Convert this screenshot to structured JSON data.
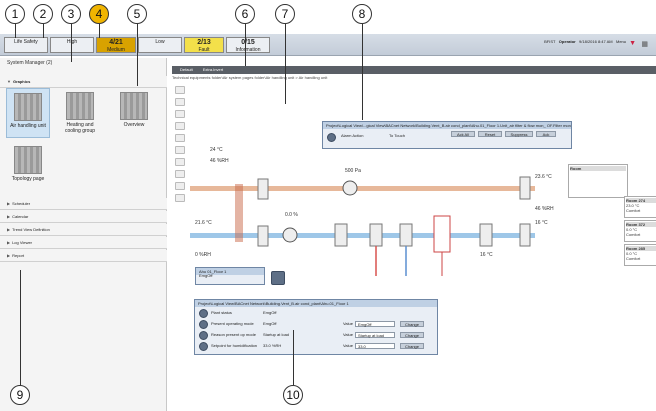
{
  "callouts": [
    "1",
    "2",
    "3",
    "4",
    "5",
    "6",
    "7",
    "8",
    "9",
    "10"
  ],
  "alarms": [
    {
      "count": "",
      "label": "Life Safety"
    },
    {
      "count": "",
      "label": "High"
    },
    {
      "count": "4/21",
      "label": "Medium"
    },
    {
      "count": "",
      "label": "Low"
    },
    {
      "count": "2/13",
      "label": "Fault"
    },
    {
      "count": "0/15",
      "label": "Information"
    }
  ],
  "status": {
    "user": "BFIST",
    "role": "Operator",
    "datetime": "9/18/2016 8:47 AM",
    "menu": "Menu"
  },
  "system_manager": "System Manager (2)",
  "left_tab": "System Manager",
  "graphics_section": "Graphics",
  "tiles": [
    {
      "label": "Air handling unit"
    },
    {
      "label": "Heating and cooling group"
    },
    {
      "label": "Overview"
    },
    {
      "label": "Topology page"
    }
  ],
  "sections": [
    "Scheduler",
    "Calendar",
    "Trend View Definition",
    "Log Viewer",
    "Report"
  ],
  "path_tabs": [
    "Default",
    "Extra.Invert"
  ],
  "breadcrumb": "Technical equipments folder\\Air system pages folder\\Air handling unit  >  Air handling unit",
  "popup_top": {
    "title": "Project\\Logical View\\...gical View\\BACnet Network\\Building.Vent_B.air cond_plant\\Ahu.01_Floor 1.Unit_air filter & flow mon_ OF.Filter monit...",
    "alarm_label": "Alarm Action",
    "alarm_value": "To Touch",
    "buttons": [
      "Ack All",
      "Reset",
      "Suppress",
      "Ack"
    ]
  },
  "popup_mid": {
    "title": "Ahu 01_Floor 1",
    "value": "EmgOff"
  },
  "popup_bottom": {
    "title": "Project\\Logical View\\BACnet Network\\Building.Vent_B.air cond_plant\\Ahu.01_Floor 1",
    "rows": [
      {
        "label": "Plant status",
        "value": "EmgOff",
        "ctrl": ""
      },
      {
        "label": "Present operating mode",
        "value": "EmgOff",
        "ctrl": "EmgOff"
      },
      {
        "label": "Reason present op mode",
        "value": "Startup at load",
        "ctrl": "Startup at load"
      },
      {
        "label": "Setpoint for humidification",
        "value": "33.0 %RH",
        "ctrl": "33.0"
      }
    ],
    "value_label": "Value",
    "change_label": "Change"
  },
  "diagram_labels": {
    "t1": "24 °C",
    "t2": "46 %RH",
    "t3": "500 Pa",
    "t4": "23.6 °C",
    "t5": "46 %RH",
    "t6": "16 °C",
    "t7": "21.6 °C",
    "t8": "0 %RH",
    "t9": "0.0 %",
    "t10": "16 °C"
  },
  "rooms": [
    {
      "name": "Room",
      "temp": "",
      "mode": ""
    },
    {
      "name": "Room 274",
      "temp": "23.0 °C",
      "mode": "Comfort"
    },
    {
      "name": "Room 372",
      "temp": "0.0 °C",
      "mode": "Comfort"
    },
    {
      "name": "Room 285",
      "temp": "0.0 °C",
      "mode": "Comfort"
    }
  ],
  "colors": {
    "hot": "#e7b89a",
    "cold": "#9ec7e8",
    "supply": "#cfe3b1",
    "accent": "#f0b400"
  }
}
